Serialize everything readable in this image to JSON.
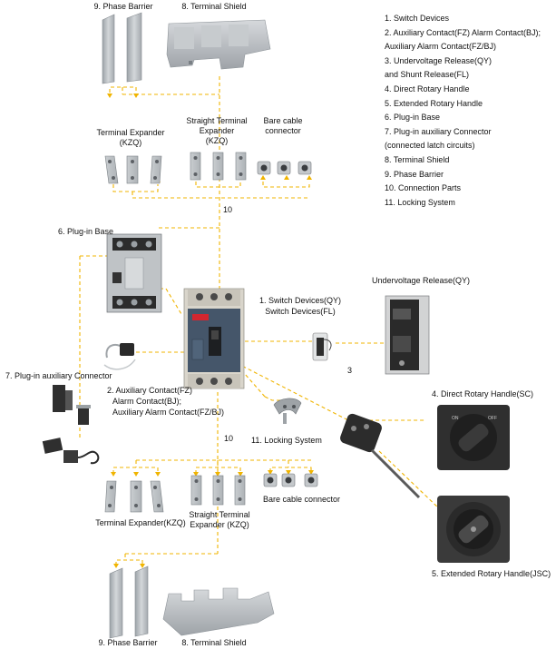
{
  "colors": {
    "connector_line": "#f0b400",
    "part_grey": "#b9bec2",
    "part_dark": "#2b2b2b",
    "breaker_face": "#45566a",
    "accent_red": "#d3262f"
  },
  "legend": [
    "1. Switch Devices",
    "2. Auxiliary Contact(FZ) Alarm Contact(BJ);",
    "Auxiliary Alarm Contact(FZ/BJ)",
    "3. Undervoltage Release(QY)",
    "and Shunt Release(FL)",
    "4. Direct Rotary Handle",
    "5. Extended Rotary Handle",
    "6. Plug-in Base",
    "7. Plug-in auxiliary Connector",
    "(connected latch circuits)",
    "8. Terminal Shield",
    "9. Phase Barrier",
    "10. Connection Parts",
    "11. Locking System"
  ],
  "labels": {
    "phase_barrier_top": "9. Phase Barrier",
    "terminal_shield_top": "8. Terminal Shield",
    "terminal_expander_top_1": "Terminal Expander",
    "terminal_expander_top_2": "(KZQ)",
    "straight_expander_top_1": "Straight Terminal",
    "straight_expander_top_2": "Expander",
    "straight_expander_top_3": "(KZQ)",
    "bare_cable_top_1": "Bare cable",
    "bare_cable_top_2": "connector",
    "connection_parts_top": "10",
    "plugin_base": "6. Plug-in Base",
    "switch_devices_1": "1. Switch Devices(QY)",
    "switch_devices_2": "Switch Devices(FL)",
    "undervoltage_release": "Undervoltage Release(QY)",
    "release_number": "3",
    "plugin_aux_connector": "7. Plug-in auxiliary Connector",
    "aux_contact_1": "2. Auxiliary Contact(FZ)",
    "aux_contact_2": "Alarm Contact(BJ);",
    "aux_contact_3": "Auxiliary Alarm Contact(FZ/BJ)",
    "direct_rotary_handle": "4. Direct Rotary Handle(SC)",
    "locking_system": "11. Locking System",
    "connection_parts_bottom": "10",
    "bare_cable_bottom": "Bare cable connector",
    "straight_expander_bottom_1": "Straight Terminal",
    "straight_expander_bottom_2": "Expander (KZQ)",
    "terminal_expander_bottom": "Terminal Expander(KZQ)",
    "extended_rotary_handle": "5. Extended Rotary Handle(JSC)",
    "phase_barrier_bottom": "9. Phase Barrier",
    "terminal_shield_bottom": "8. Terminal Shield"
  }
}
